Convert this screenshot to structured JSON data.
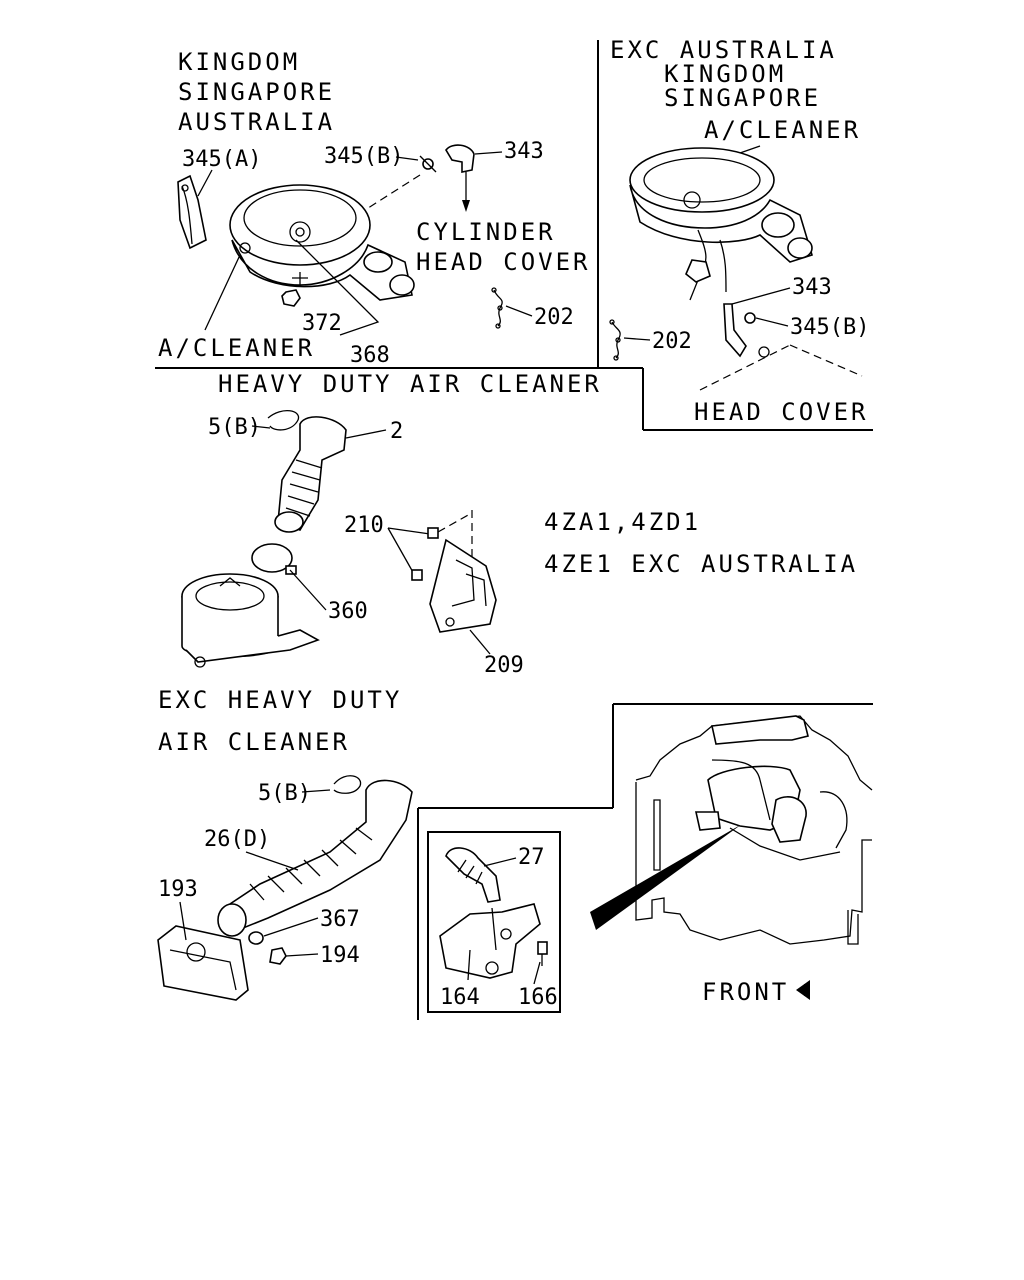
{
  "diagram": {
    "section_top_left": {
      "region_labels": [
        "KINGDOM",
        "SINGAPORE",
        "AUSTRALIA"
      ],
      "parts": {
        "p345a": "345(A)",
        "p345b": "345(B)",
        "p343": "343",
        "p372": "372",
        "p368": "368",
        "p202": "202"
      },
      "a_cleaner": "A/CLEANER",
      "cylinder_head_cover": [
        "CYLINDER",
        "HEAD COVER"
      ]
    },
    "section_top_right": {
      "region_labels": [
        "EXC AUSTRALIA",
        "KINGDOM",
        "SINGAPORE"
      ],
      "a_cleaner": "A/CLEANER",
      "parts": {
        "p343": "343",
        "p345b": "345(B)",
        "p202": "202"
      },
      "head_cover": "HEAD COVER"
    },
    "section_heavy_duty": {
      "title": "HEAVY DUTY AIR CLEANER",
      "parts": {
        "p5b": "5(B)",
        "p2": "2",
        "p210": "210",
        "p360": "360",
        "p209": "209"
      },
      "engines": [
        "4ZA1,4ZD1",
        "4ZE1 EXC AUSTRALIA"
      ]
    },
    "section_exc_heavy_duty": {
      "title": [
        "EXC HEAVY DUTY",
        "AIR CLEANER"
      ],
      "parts": {
        "p5b": "5(B)",
        "p26d": "26(D)",
        "p193": "193",
        "p367": "367",
        "p194": "194"
      }
    },
    "section_inset": {
      "parts": {
        "p27": "27",
        "p164": "164",
        "p166": "166"
      }
    },
    "front_label": "FRONT"
  }
}
